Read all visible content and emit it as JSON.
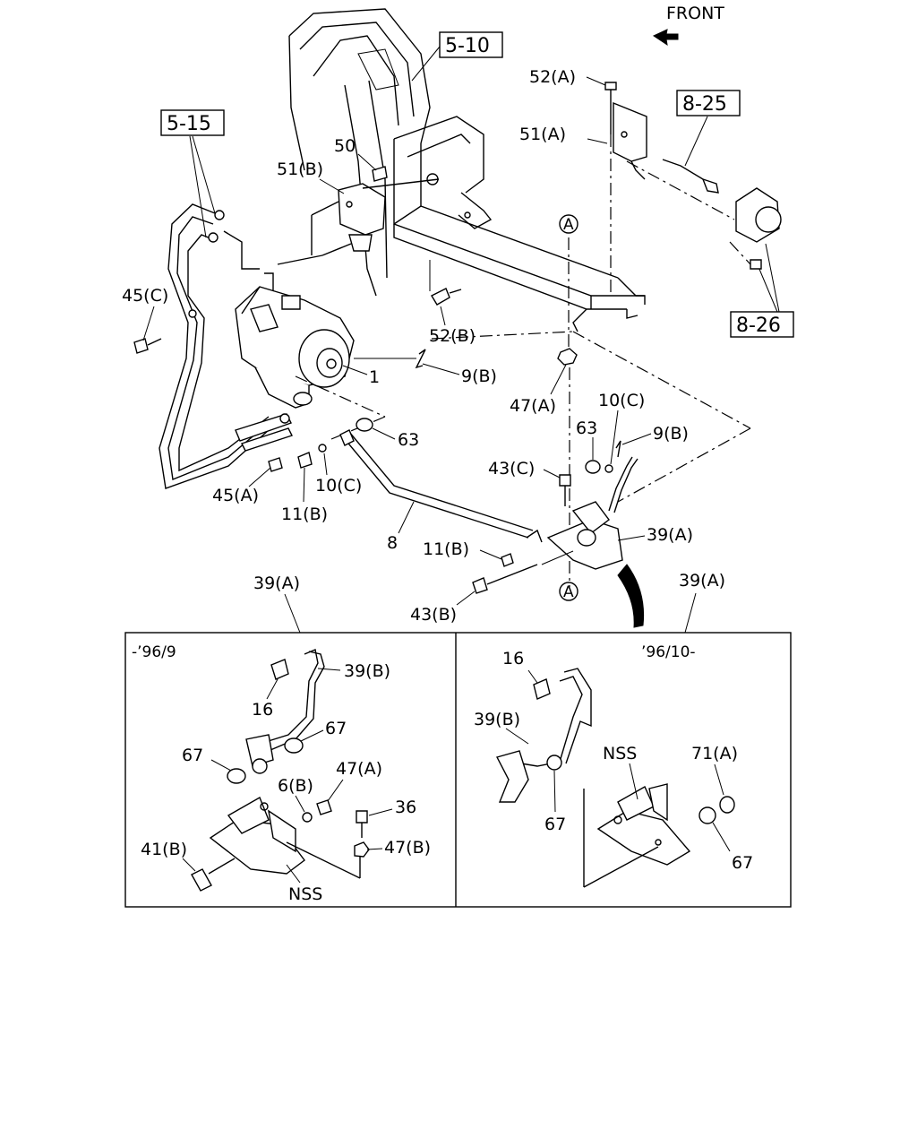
{
  "header": {
    "front_label": "FRONT"
  },
  "ref_boxes": {
    "r510": "5-10",
    "r515": "5-15",
    "r825": "8-25",
    "r826": "8-26"
  },
  "callouts": {
    "c52a": "52(A)",
    "c51a": "51(A)",
    "c50": "50",
    "c51b": "51(B)",
    "c45c": "45(C)",
    "c52b": "52(B)",
    "c1": "1",
    "c9b_left": "9(B)",
    "c47a_top": "47(A)",
    "c10c_right": "10(C)",
    "c63_right": "63",
    "c9b_right": "9(B)",
    "c63_left": "63",
    "c43c": "43(C)",
    "c45a": "45(A)",
    "c10c_left": "10(C)",
    "c11b_left": "11(B)",
    "c8": "8",
    "c11b_mid": "11(B)",
    "c39a_main": "39(A)",
    "c43b": "43(B)",
    "circle_a_top": "A",
    "circle_a_bottom": "A",
    "c39a_inset_left": "39(A)",
    "c39a_inset_right": "39(A)"
  },
  "inset_left": {
    "date_label": "-’96/9",
    "c39b": "39(B)",
    "c16": "16",
    "c67_right": "67",
    "c67_left": "67",
    "c47a": "47(A)",
    "c6b": "6(B)",
    "c36": "36",
    "c41b": "41(B)",
    "c47b": "47(B)",
    "nss": "NSS"
  },
  "inset_right": {
    "date_label": "’96/10-",
    "c16": "16",
    "c39b": "39(B)",
    "nss": "NSS",
    "c71a": "71(A)",
    "c67_mid": "67",
    "c67_right": "67"
  }
}
